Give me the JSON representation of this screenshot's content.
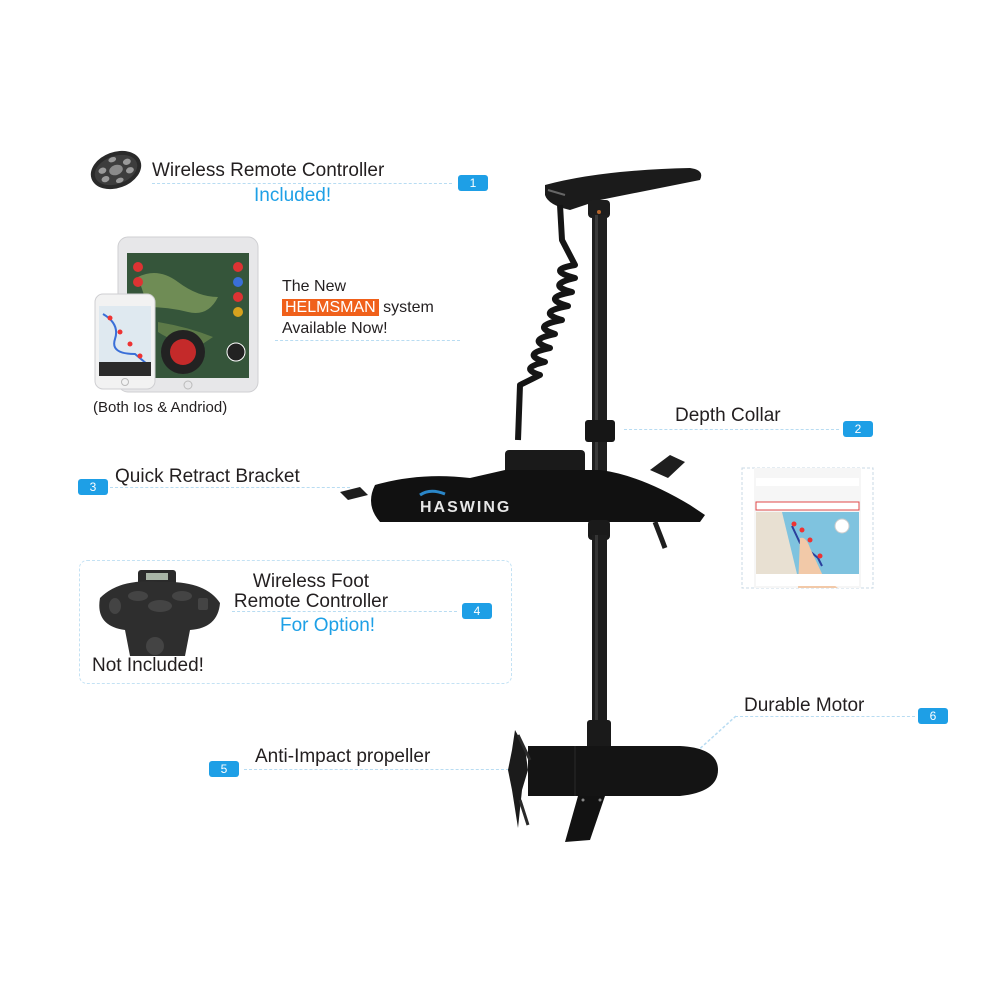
{
  "features": [
    {
      "badge": "1",
      "title": "Wireless Remote Controller",
      "note": "Included!"
    },
    {
      "badge": "2",
      "title": "Depth Collar"
    },
    {
      "badge": "3",
      "title": "Quick Retract Bracket"
    },
    {
      "badge": "4",
      "title_line1": "Wireless Foot",
      "title_line2": "Remote Controller",
      "note": "For Option!",
      "footnote": "Not Included!"
    },
    {
      "badge": "5",
      "title": "Anti-Impact propeller"
    },
    {
      "badge": "6",
      "title": "Durable Motor"
    }
  ],
  "helmsman": {
    "line1": "The New",
    "highlight": "HELMSMAN",
    "line2_rest": " system",
    "line3": "Available Now!",
    "platforms": "(Both Ios & Andriod)"
  },
  "product": {
    "brand_logo": "HASWING"
  },
  "colors": {
    "accent_blue": "#1e9fe6",
    "highlight_orange": "#f0601a",
    "dash": "#b8dcf2"
  }
}
